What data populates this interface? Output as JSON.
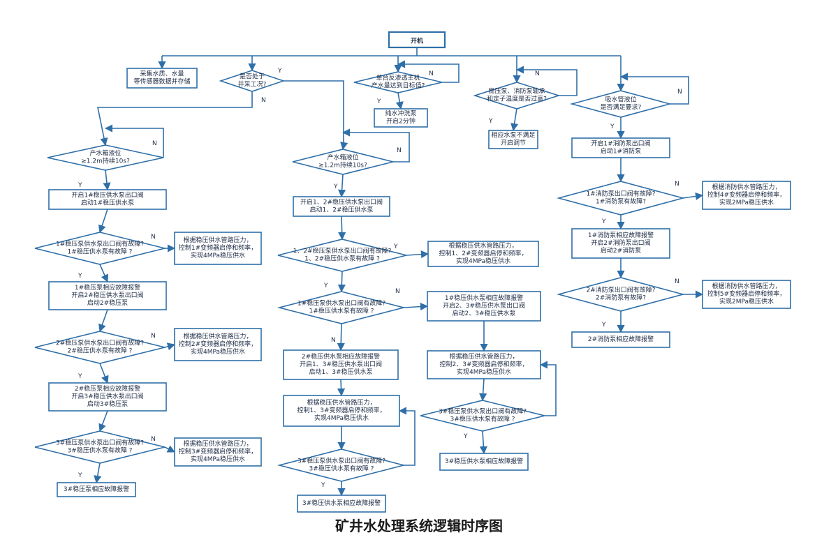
{
  "colors": {
    "line": "#2f6fa8",
    "box_fill": "#ffffff",
    "text": "#1f2d46"
  },
  "caption": "矿井水处理系统逻辑时序图",
  "nodes": [
    {
      "id": "start",
      "type": "rect",
      "lines": [
        "开机"
      ],
      "big": true
    },
    {
      "id": "collect",
      "type": "rect",
      "lines": [
        "采集水质、水量",
        "等传感器数据并存储"
      ]
    },
    {
      "id": "mining",
      "type": "diamond",
      "lines": [
        "是否处于",
        "井采工况?"
      ]
    },
    {
      "id": "ro",
      "type": "diamond",
      "lines": [
        "单台反渗透主机",
        "产水量达到目标值?"
      ]
    },
    {
      "id": "flush",
      "type": "rect",
      "lines": [
        "纯水冲洗泵",
        "开启2分钟"
      ]
    },
    {
      "id": "temp",
      "type": "diamond",
      "lines": [
        "稳压泵、消防泵轴承",
        "和定子温度是否过高?"
      ]
    },
    {
      "id": "adjust",
      "type": "rect",
      "lines": [
        "相应水泵不满足",
        "开启调节"
      ]
    },
    {
      "id": "suction",
      "type": "diamond",
      "lines": [
        "吸水管液位",
        "是否满足要求?"
      ]
    },
    {
      "id": "l_level",
      "type": "diamond",
      "lines": [
        "产水箱液位",
        "≥1.2m持续10s?"
      ]
    },
    {
      "id": "l_start1",
      "type": "rect",
      "lines": [
        "开启1#稳压供水泵出口阀",
        "启动1#稳压供水泵"
      ]
    },
    {
      "id": "l_f1",
      "type": "diamond",
      "lines": [
        "1#稳压泵供水泵出口阀有故障?",
        "1#稳压供水泵有故障 ?"
      ]
    },
    {
      "id": "l_c1",
      "type": "rect",
      "lines": [
        "根据稳压供水管路压力，",
        "控制1#变频器启停和频率，",
        "实现4MPa稳压供水"
      ]
    },
    {
      "id": "l_a1",
      "type": "rect",
      "lines": [
        "1#稳压泵相应故障报警",
        "开启2#稳压供水泵出口阀",
        "启动2#稳压泵"
      ]
    },
    {
      "id": "l_f2",
      "type": "diamond",
      "lines": [
        "2#稳压泵供水泵出口阀有故障?",
        "2#稳压供水泵有故障 ?"
      ]
    },
    {
      "id": "l_c2",
      "type": "rect",
      "lines": [
        "根据稳压供水管路压力，",
        "控制2#变频器启停和频率，",
        "实现4MPa稳压供水"
      ]
    },
    {
      "id": "l_a2",
      "type": "rect",
      "lines": [
        "2#稳压泵相应故障报警",
        "开启3#稳压供水泵出口阀",
        "启动3#稳压泵"
      ]
    },
    {
      "id": "l_f3",
      "type": "diamond",
      "lines": [
        "3#稳压泵供水泵出口阀有故障?",
        "3#稳压供水泵有故障 ?"
      ]
    },
    {
      "id": "l_c3",
      "type": "rect",
      "lines": [
        "根据稳压供水管路压力，",
        "控制3#变频器启停和频率，",
        "实现4MPa稳压供水"
      ]
    },
    {
      "id": "l_a3",
      "type": "rect",
      "lines": [
        "3#稳压泵相应故障报警"
      ]
    },
    {
      "id": "m_level",
      "type": "diamond",
      "lines": [
        "产水箱液位",
        "≥1.2m持续10s?"
      ]
    },
    {
      "id": "m_start",
      "type": "rect",
      "lines": [
        "开启1、2#稳压供水泵出口阀",
        "启动1、2#稳压供水泵"
      ]
    },
    {
      "id": "m_f12",
      "type": "diamond",
      "lines": [
        "1、2#稳压泵供水泵出口阀有故障?",
        "1、2#稳压供水泵有故障 ?"
      ]
    },
    {
      "id": "m_c12",
      "type": "rect",
      "lines": [
        "根据稳压供水管路压力，",
        "控制1、2#变频器启停和频率，",
        "实现4MPa稳压供水"
      ]
    },
    {
      "id": "m_f1",
      "type": "diamond",
      "lines": [
        "1#稳压泵供水泵出口阀有故障?",
        "1#稳压供水泵有故障 ?"
      ]
    },
    {
      "id": "m_a1",
      "type": "rect",
      "lines": [
        "1#稳压供水泵相应故障报警",
        "开启2、3#稳压供水泵出口阀",
        "启动2、3#稳压供水泵"
      ]
    },
    {
      "id": "m_a2",
      "type": "rect",
      "lines": [
        "2#稳压供水泵相应故障报警",
        "开启1、3#稳压供水泵出口阀",
        "启动1、3#稳压供水泵"
      ]
    },
    {
      "id": "m_c23",
      "type": "rect",
      "lines": [
        "根据稳压供水管路压力，",
        "控制2、3#变频器启停和频率，",
        "实现4MPa稳压供水"
      ]
    },
    {
      "id": "m_c13",
      "type": "rect",
      "lines": [
        "根据稳压供水管路压力，",
        "控制1、3#变频器启停和频率，",
        "实现4MPa稳压供水"
      ]
    },
    {
      "id": "m_f3r",
      "type": "diamond",
      "lines": [
        "3#稳压泵供水泵出口阀有故障?",
        "3#稳压供水泵有故障 ?"
      ]
    },
    {
      "id": "m_f3l",
      "type": "diamond",
      "lines": [
        "3#稳压泵供水泵出口阀有故障?",
        "3#稳压供水泵有故障 ?"
      ]
    },
    {
      "id": "m_a3r",
      "type": "rect",
      "lines": [
        "3#稳压供水泵相应故障报警"
      ]
    },
    {
      "id": "m_a3l",
      "type": "rect",
      "lines": [
        "3#稳压供水泵相应故障报警"
      ]
    },
    {
      "id": "r_start1",
      "type": "rect",
      "lines": [
        "开启1#消防泵出口阀",
        "启动1#消防泵"
      ]
    },
    {
      "id": "r_f1",
      "type": "diamond",
      "lines": [
        "1#消防泵出口阀有故障?",
        "1#消防泵有故障?"
      ]
    },
    {
      "id": "r_c4",
      "type": "rect",
      "lines": [
        "根据消防供水管路压力，",
        "控制4#变频器启停和频率，",
        "实现2MPa稳压供水"
      ]
    },
    {
      "id": "r_a1",
      "type": "rect",
      "lines": [
        "1#消防泵相应故障报警",
        "开启2#消防泵出口阀",
        "启动2#消防泵"
      ]
    },
    {
      "id": "r_f2",
      "type": "diamond",
      "lines": [
        "2#消防泵出口阀有故障?",
        "2#消防泵有故障?"
      ]
    },
    {
      "id": "r_c5",
      "type": "rect",
      "lines": [
        "根据消防供水管路压力，",
        "控制5#变频器启停和频率，",
        "实现2MPa稳压供水"
      ]
    },
    {
      "id": "r_a2",
      "type": "rect",
      "lines": [
        "2#消防泵相应故障报警"
      ]
    }
  ],
  "labels": [
    "Y",
    "N"
  ]
}
